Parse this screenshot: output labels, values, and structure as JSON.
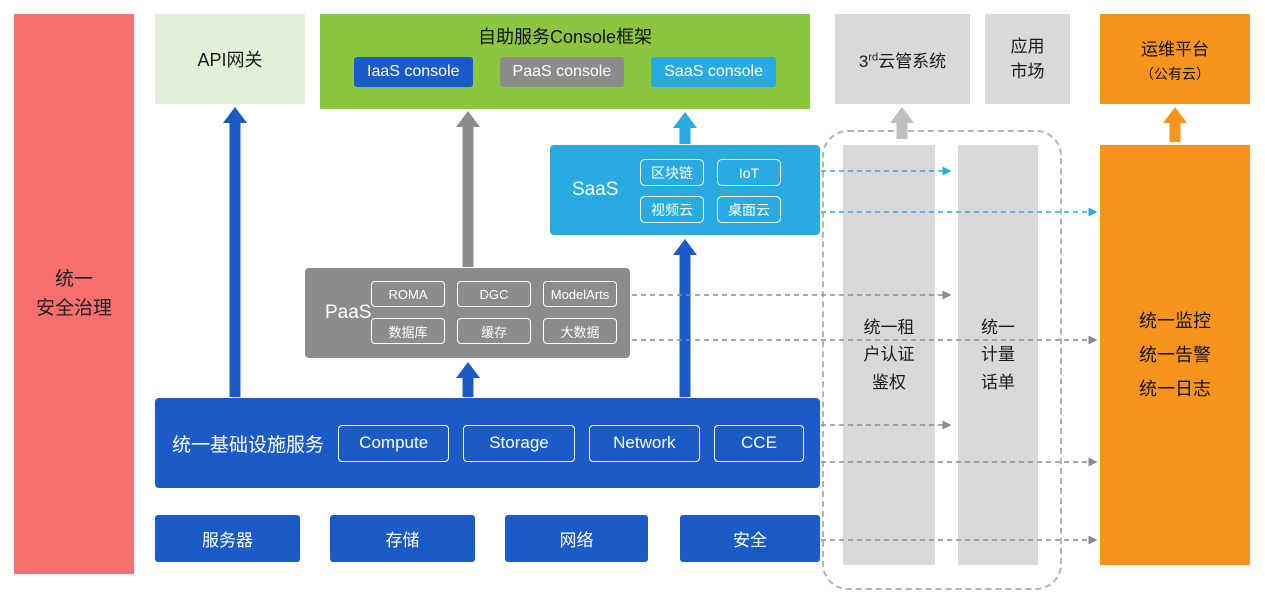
{
  "colors": {
    "security_red": "#F76F6F",
    "api_light_green": "#E2F0D9",
    "console_green": "#8CC63F",
    "blue": "#1B5BC7",
    "gray": "#8C8C8C",
    "light_gray": "#D9D9D9",
    "cyan": "#29ABE2",
    "orange": "#F7941E"
  },
  "left_bar": {
    "label": "统一\n安全治理"
  },
  "top": {
    "api_gateway": "API网关",
    "console_frame": {
      "title": "自助服务Console框架",
      "consoles": [
        "IaaS console",
        "PaaS console",
        "SaaS console"
      ]
    },
    "third_party": {
      "num": "3",
      "sup": "rd",
      "rest": "云管系统"
    },
    "app_market": "应用\n市场",
    "om_platform": {
      "line1": "运维平台",
      "line2": "（公有云）"
    }
  },
  "saas": {
    "label": "SaaS",
    "chips": [
      "区块链",
      "IoT",
      "视频云",
      "桌面云"
    ]
  },
  "paas": {
    "label": "PaaS",
    "chips": [
      "ROMA",
      "DGC",
      "ModelArts",
      "数据库",
      "缓存",
      "大数据"
    ]
  },
  "iaas": {
    "label": "统一基础设施服务",
    "chips": [
      "Compute",
      "Storage",
      "Network",
      "CCE"
    ]
  },
  "bottom_row": [
    "服务器",
    "存储",
    "网络",
    "安全"
  ],
  "right": {
    "auth_bar": "统一租\n户认证\n鉴权",
    "billing_bar": "统一\n计量\n话单",
    "monitor": "统一监控\n统一告警\n统一日志"
  }
}
